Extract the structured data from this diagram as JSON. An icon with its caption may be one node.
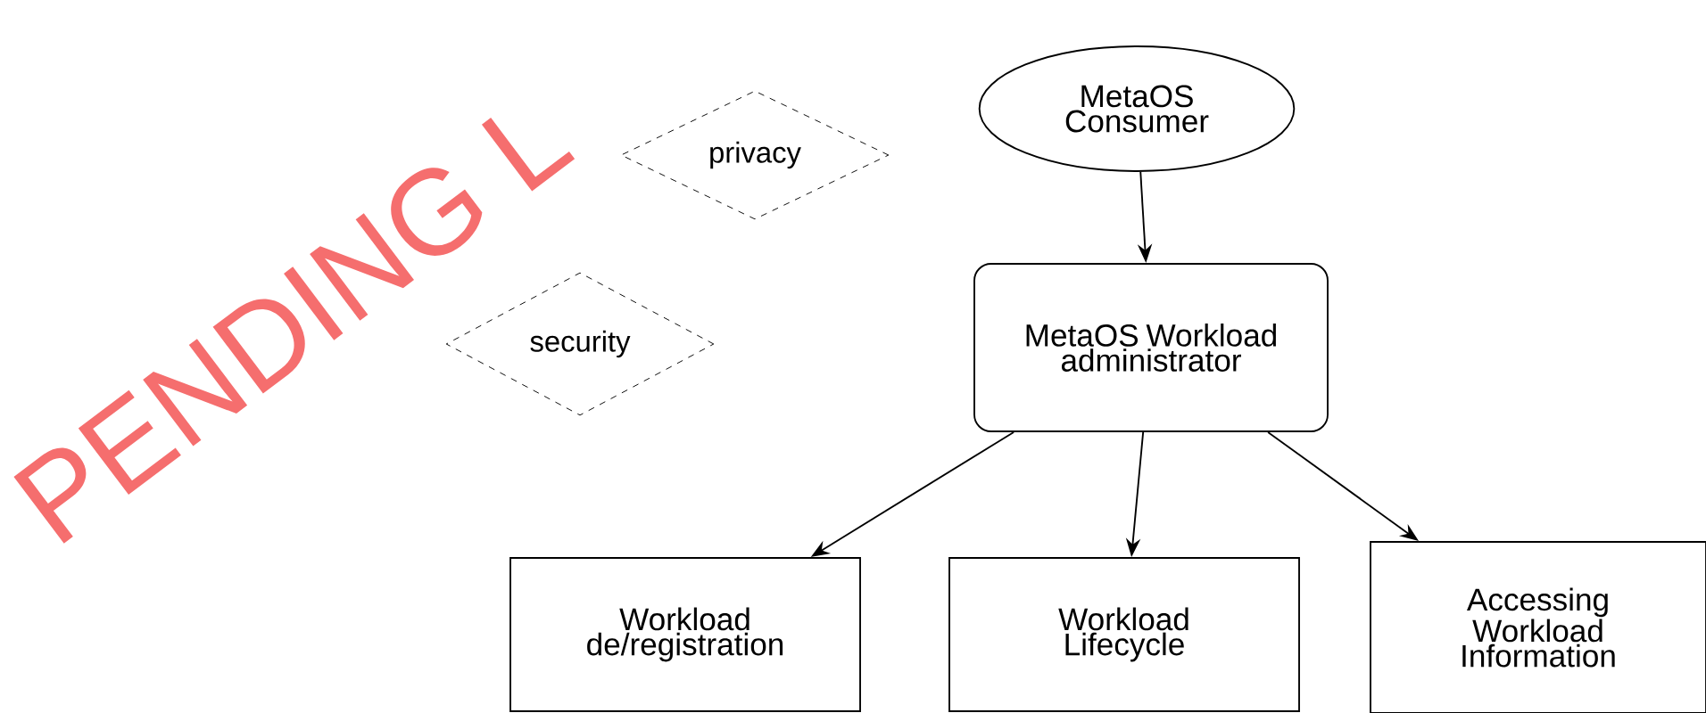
{
  "diagram": {
    "nodes": [
      {
        "text": [
          "MetaOS Consumer"
        ]
      },
      {
        "text": [
          "MetaOS Workload administrator"
        ]
      },
      {
        "text": [
          "privacy"
        ]
      },
      {
        "text": [
          "security"
        ]
      },
      {
        "text": [
          "Workload de/registration"
        ]
      },
      {
        "text": [
          "Workload Lifecycle"
        ]
      },
      {
        "text": [
          "Accessing Workload Information"
        ]
      }
    ],
    "edges": [
      {
        "from": 0,
        "to": 1,
        "arrow": "to"
      },
      {
        "from": 1,
        "to": 4,
        "arrow": "to"
      },
      {
        "from": 1,
        "to": 5,
        "arrow": "to"
      },
      {
        "from": 1,
        "to": 6,
        "arrow": "to"
      }
    ],
    "labels": [
      "PENDING L"
    ]
  }
}
